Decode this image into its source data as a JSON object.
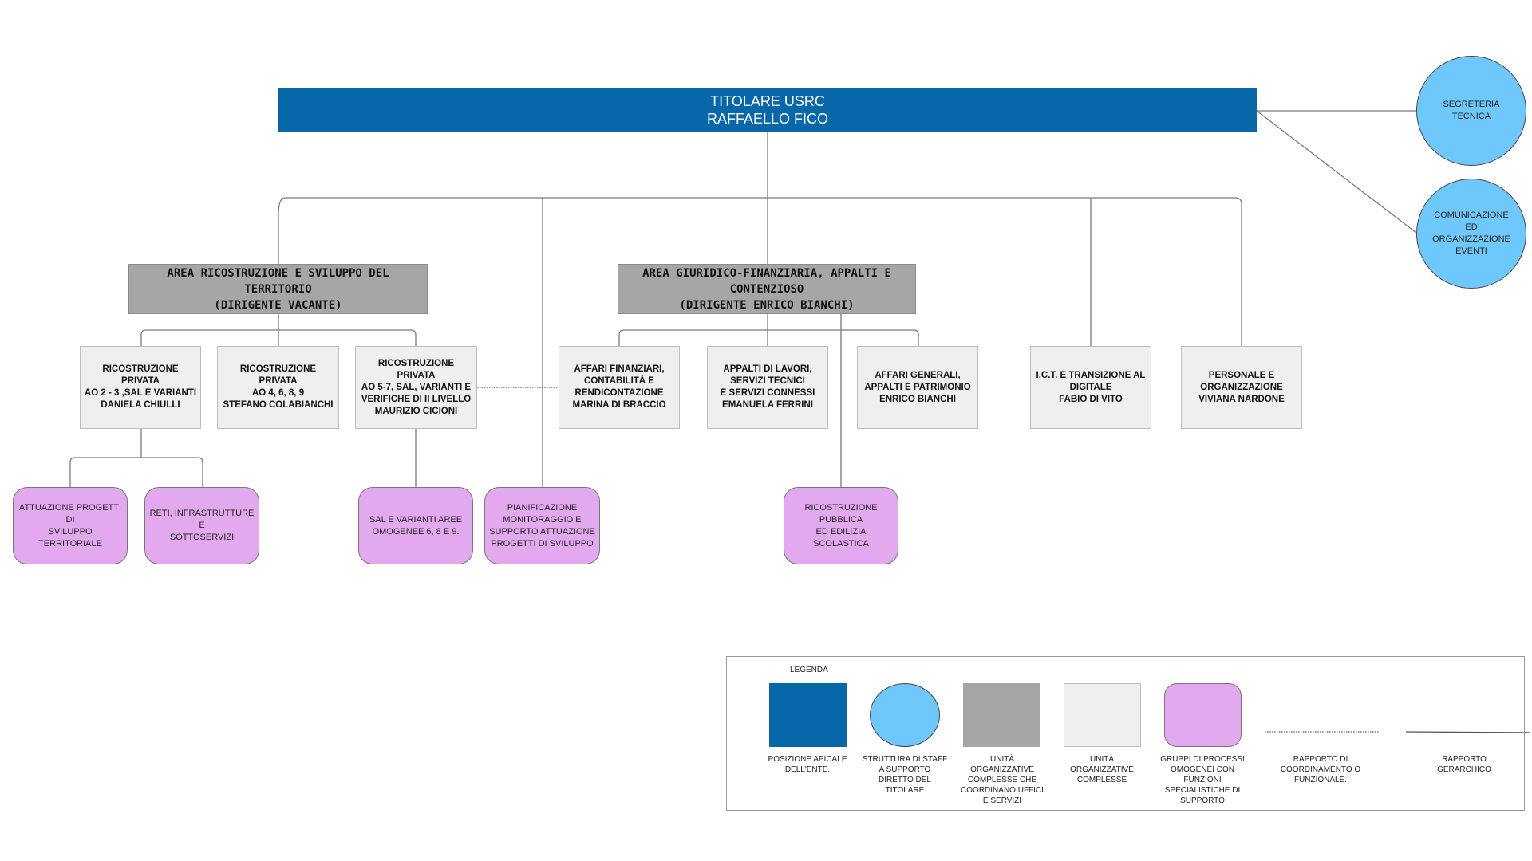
{
  "apex": {
    "title": "TITOLARE USRC\nRAFFAELLO FICO"
  },
  "staff": [
    {
      "label": "SEGRETERIA\nTECNICA"
    },
    {
      "label": "COMUNICAZIONE\nED\nORGANIZZAZIONE\nEVENTI"
    }
  ],
  "areas": [
    {
      "label": "AREA RICOSTRUZIONE E SVILUPPO DEL\nTERRITORIO\n(DIRIGENTE VACANTE)"
    },
    {
      "label": "AREA GIURIDICO-FINANZIARIA, APPALTI E\nCONTENZIOSO\n(DIRIGENTE ENRICO BIANCHI)"
    }
  ],
  "units": [
    {
      "label": "RICOSTRUZIONE PRIVATA\nAO 2 - 3 ,SAL E VARIANTI\nDANIELA CHIULLI"
    },
    {
      "label": "RICOSTRUZIONE PRIVATA\nAO 4, 6, 8, 9\nSTEFANO COLABIANCHI"
    },
    {
      "label": "RICOSTRUZIONE PRIVATA\nAO 5-7, SAL, VARIANTI E\nVERIFICHE DI II LIVELLO\nMAURIZIO CICIONI"
    },
    {
      "label": "AFFARI FINANZIARI,\nCONTABILITÀ E\nRENDICONTAZIONE\nMARINA DI BRACCIO"
    },
    {
      "label": "APPALTI DI LAVORI,\nSERVIZI TECNICI\nE SERVIZI CONNESSI\nEMANUELA FERRINI"
    },
    {
      "label": "AFFARI GENERALI,\nAPPALTI E PATRIMONIO\nENRICO BIANCHI"
    },
    {
      "label": "I.C.T. E TRANSIZIONE AL\nDIGITALE\nFABIO DI VITO"
    },
    {
      "label": "PERSONALE E\nORGANIZZAZIONE\nVIVIANA NARDONE"
    }
  ],
  "groups": [
    {
      "label": "ATTUAZIONE PROGETTI DI\nSVILUPPO TERRITORIALE"
    },
    {
      "label": "RETI, INFRASTRUTTURE E\nSOTTOSERVIZI"
    },
    {
      "label": "SAL E VARIANTI AREE\nOMOGENEE 6, 8 E 9."
    },
    {
      "label": "PIANIFICAZIONE\nMONITORAGGIO E\nSUPPORTO ATTUAZIONE\nPROGETTI DI SVILUPPO"
    },
    {
      "label": "RICOSTRUZIONE PUBBLICA\nED EDILIZIA SCOLASTICA"
    }
  ],
  "legend": {
    "title": "LEGENDA",
    "items": [
      {
        "caption": "POSIZIONE APICALE\nDELL'ENTE.",
        "color": "#0767a9"
      },
      {
        "caption": "STRUTTURA DI STAFF\nA SUPPORTO\nDIRETTO DEL\nTITOLARE",
        "color": "#6ec8fb"
      },
      {
        "caption": "UNITÀ\nORGANIZZATIVE\nCOMPLESSE CHE\nCOORDINANO UFFICI\nE SERVIZI",
        "color": "#a6a6a6"
      },
      {
        "caption": "UNITÀ\nORGANIZZATIVE\nCOMPLESSE",
        "color": "#efefef"
      },
      {
        "caption": "GRUPPI DI PROCESSI\nOMOGENEI CON\nFUNZIONI\nSPECIALISTICHE DI\nSUPPORTO",
        "color": "#e2a9ef"
      },
      {
        "caption": "RAPPORTO DI\nCOORDINAMENTO O\nFUNZIONALE."
      },
      {
        "caption": "RAPPORTO\nGERARCHICO"
      }
    ]
  }
}
